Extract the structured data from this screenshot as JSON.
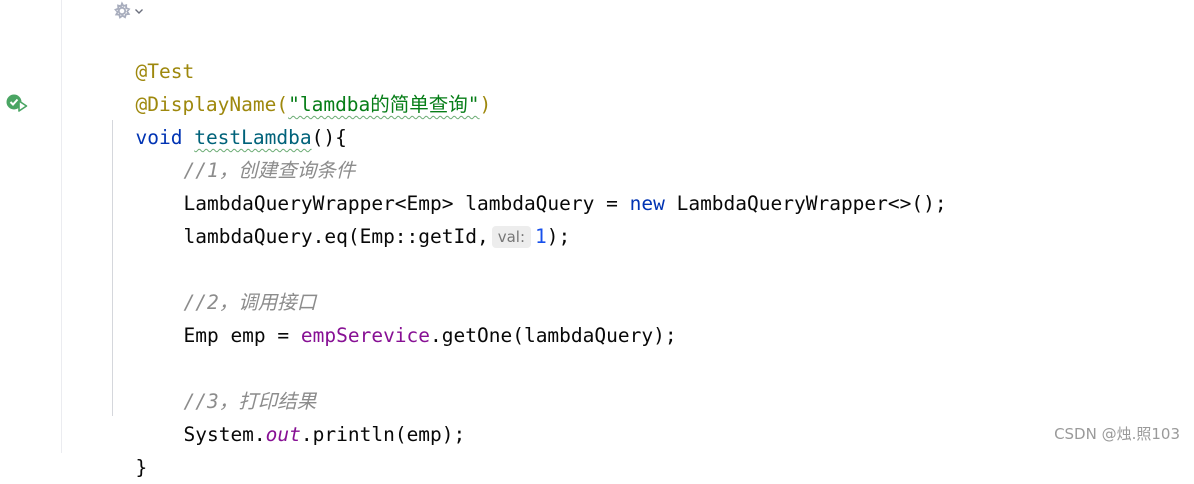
{
  "editor": {
    "lines": {
      "annotation_test": "@Test",
      "display_name_prefix": "@DisplayName(",
      "display_name_string": "\"lamdba的简单查询\"",
      "display_name_suffix": ")",
      "method_void": "void",
      "method_name": "testLamdba",
      "method_suffix": "(){",
      "comment_1": "//1，创建查询条件",
      "wrapper_decl_start": "LambdaQueryWrapper<Emp> lambdaQuery = ",
      "wrapper_new": "new",
      "wrapper_decl_end": " LambdaQueryWrapper<>();",
      "eq_call_start": "lambdaQuery.eq(Emp::getId,",
      "eq_inlay_hint": "val:",
      "eq_value": "1",
      "eq_call_end": ");",
      "comment_2": "//2，调用接口",
      "emp_decl_start": "Emp emp = ",
      "emp_service_field": "empSerevice",
      "emp_decl_end": ".getOne(lambdaQuery);",
      "comment_3": "//3，打印结果",
      "println_start": "System.",
      "println_out": "out",
      "println_end": ".println(emp);",
      "closing_brace": "}"
    },
    "icons": {
      "settings": "settings-icon",
      "run_test": "run-test-icon"
    },
    "colors": {
      "keyword": "#0033b3",
      "annotation": "#9e880d",
      "string": "#067d17",
      "method_declaration": "#00627a",
      "field": "#871094",
      "number": "#1750eb",
      "comment": "#8c8c8c",
      "run_icon_green": "#4aa563"
    }
  },
  "watermark": {
    "text": "CSDN @烛.照103"
  }
}
